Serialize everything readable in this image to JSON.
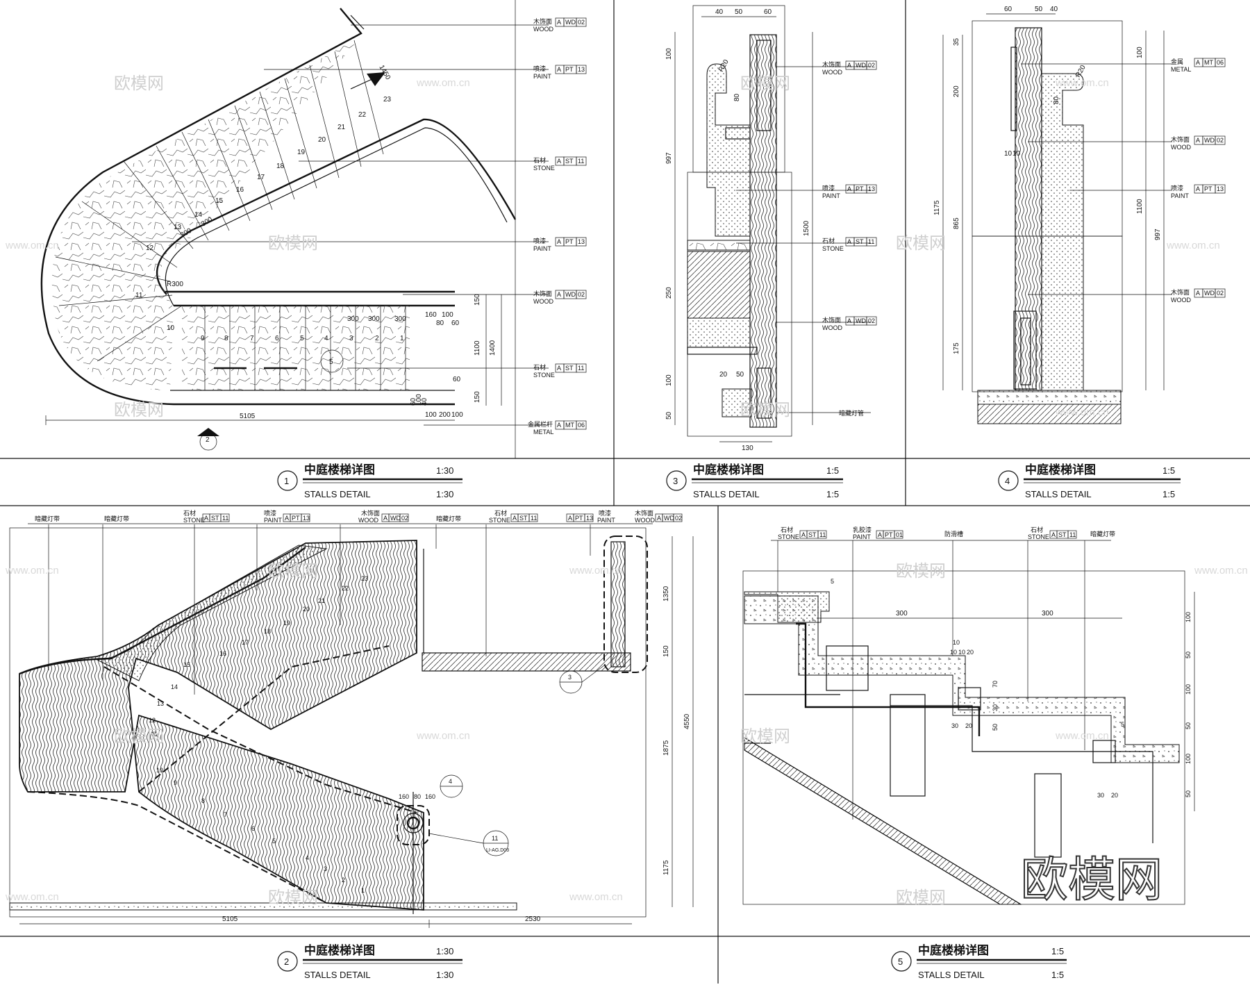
{
  "panels": {
    "p1": {
      "num": "1",
      "title": "中庭楼梯详图",
      "subtitle": "STALLS DETAIL",
      "scale": "1:30"
    },
    "p2": {
      "num": "2",
      "title": "中庭楼梯详图",
      "subtitle": "STALLS DETAIL",
      "scale": "1:30"
    },
    "p3": {
      "num": "3",
      "title": "中庭楼梯详图",
      "subtitle": "STALLS DETAIL",
      "scale": "1:5"
    },
    "p4": {
      "num": "4",
      "title": "中庭楼梯详图",
      "subtitle": "STALLS DETAIL",
      "scale": "1:5"
    },
    "p5": {
      "num": "5",
      "title": "中庭楼梯详图",
      "subtitle": "STALLS DETAIL",
      "scale": "1:5"
    }
  },
  "tags": {
    "wood": {
      "cn": "木饰面",
      "en": "WOOD",
      "code": [
        "A",
        "WD",
        "02"
      ]
    },
    "paint": {
      "cn": "喷漆",
      "en": "PAINT",
      "code": [
        "A",
        "PT",
        "13"
      ]
    },
    "stone": {
      "cn": "石材",
      "en": "STONE",
      "code": [
        "A",
        "ST",
        "11"
      ]
    },
    "metal_rail": {
      "cn": "金属栏杆",
      "en": "METAL",
      "code": [
        "A",
        "MT",
        "06"
      ]
    },
    "metal": {
      "cn": "金属",
      "en": "METAL",
      "code": [
        "A",
        "MT",
        "06"
      ]
    },
    "latex": {
      "cn": "乳胶漆",
      "en": "PAINT",
      "code": [
        "A",
        "PT",
        "01"
      ]
    },
    "led": "暗藏灯带",
    "led_tube": "暗藏灯管",
    "antislip": "防滑槽"
  },
  "plan": {
    "steps": [
      "1",
      "2",
      "3",
      "4",
      "5",
      "6",
      "7",
      "8",
      "9",
      "10",
      "11",
      "12",
      "13",
      "14",
      "15",
      "16",
      "17",
      "18",
      "19",
      "20",
      "21",
      "22",
      "23"
    ],
    "dims": {
      "total": "5105",
      "d1450": "1450",
      "r300": "R300",
      "d300a": "300",
      "d300b": "300",
      "w300a": "300",
      "w300b": "300",
      "w300c": "300",
      "d160": "160",
      "d100": "100",
      "d80": "80",
      "d60": "60",
      "d150a": "150",
      "d1100": "1100",
      "d1400": "1400",
      "d150b": "150",
      "d60b": "60",
      "b100": "100",
      "b200": "200",
      "b100b": "100",
      "bs60": "60",
      "bs100": "100",
      "bs40": "40"
    },
    "section_ref": "2",
    "detail_ref": "5"
  },
  "elev": {
    "dims": {
      "total": "5105",
      "right": "2530",
      "v1350": "1350",
      "v150": "150",
      "v1875": "1875",
      "v4550": "4550",
      "v1175": "1175",
      "h160a": "160",
      "h80": "80",
      "h160b": "160"
    },
    "callout3": "3",
    "callout4": "4",
    "callout11": "11",
    "callout11_sheet": "LI-AG.D03",
    "steps": [
      "1",
      "2",
      "3",
      "4",
      "5",
      "6",
      "7",
      "8",
      "9",
      "10",
      "11",
      "12",
      "13",
      "14",
      "15",
      "16",
      "17",
      "18",
      "19",
      "20",
      "21",
      "22",
      "23"
    ]
  },
  "detail3": {
    "dims": {
      "t40": "40",
      "t50": "50",
      "t60": "60",
      "v100": "100",
      "v997": "997",
      "v250": "250",
      "v100b": "100",
      "v50": "50",
      "v1500": "1500",
      "r20": "R20",
      "v80": "80",
      "h20": "20",
      "h50": "50",
      "b130": "130"
    }
  },
  "detail4": {
    "dims": {
      "t60": "60",
      "t50": "50",
      "t40": "40",
      "v35": "35",
      "v200": "200",
      "v1175": "1175",
      "v865": "865",
      "v175": "175",
      "v100": "100",
      "v1100": "1100",
      "v997": "997",
      "r20": "R20",
      "v80": "80",
      "h10": "10",
      "h10b": "10"
    }
  },
  "detail5": {
    "dims": {
      "w300a": "300",
      "w300b": "300",
      "v5a": "5",
      "v10": "10",
      "h10": "10",
      "h10b": "10",
      "h20": "20",
      "v70": "70",
      "v30": "30",
      "v50": "50",
      "h30": "30",
      "h20b": "20",
      "v5b": "5",
      "h30b": "30",
      "h20c": "20",
      "r100": "100",
      "r50": "50",
      "r100b": "100",
      "r50b": "50",
      "r100c": "100",
      "r50c": "50"
    }
  },
  "watermarks": {
    "cn": "欧模网",
    "url": "www.om.cn",
    "big": "欧模网"
  }
}
